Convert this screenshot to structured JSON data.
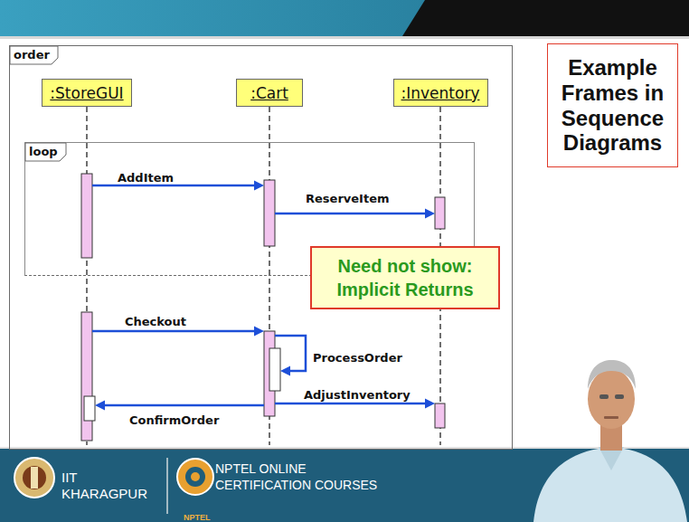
{
  "diagram": {
    "nodes": [
      {
        "text": [
          "order"
        ]
      },
      {
        "text": [
          ":StoreGUI"
        ],
        "in": 0
      },
      {
        "text": [
          ":Cart"
        ],
        "in": 0
      },
      {
        "text": [
          ":Inventory"
        ],
        "in": 0
      },
      {
        "text": [
          "loop"
        ],
        "in": 0
      },
      {
        "text": [
          "Need not show: Implicit Returns"
        ],
        "in": 0
      },
      {
        "text": [
          "Example Frames in Sequence Diagrams"
        ]
      }
    ],
    "edges": [
      {
        "from": 1,
        "to": 2,
        "label": "AddItem",
        "arrow": "to"
      },
      {
        "from": 2,
        "to": 3,
        "label": "ReserveItem",
        "arrow": "to"
      },
      {
        "from": 1,
        "to": 2,
        "label": "Checkout",
        "arrow": "to"
      },
      {
        "from": 2,
        "to": 2,
        "label": "ProcessOrder",
        "arrow": "to"
      },
      {
        "from": 2,
        "to": 3,
        "label": "AdjustInventory",
        "arrow": "to"
      },
      {
        "from": 2,
        "to": 1,
        "label": "ConfirmOrder",
        "arrow": "to"
      }
    ],
    "labels": [
      "IIT KHARAGPUR",
      "NPTEL ONLINE CERTIFICATION COURSES",
      "NPTEL"
    ]
  }
}
